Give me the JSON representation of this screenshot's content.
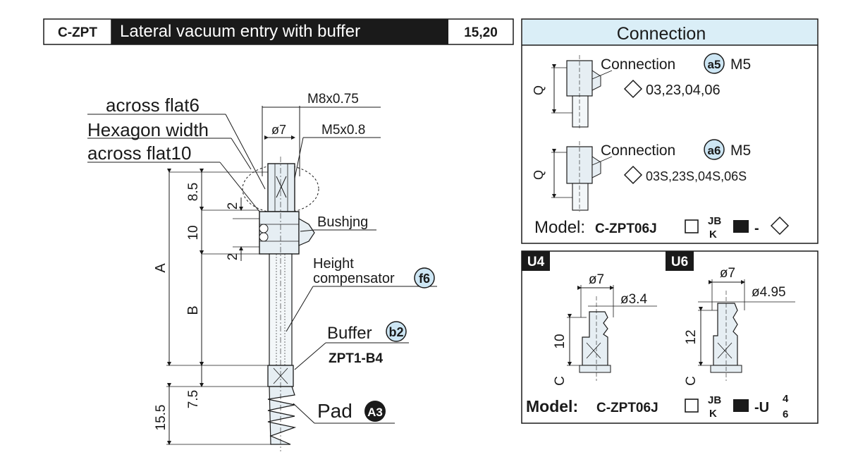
{
  "header": {
    "code": "C-ZPT",
    "title": "Lateral vacuum entry with buffer",
    "sizes": "15,20"
  },
  "main_drawing": {
    "label_across_flat6": "across flat6",
    "label_hexagon_width": "Hexagon width",
    "label_across_flat10": "across flat10",
    "thread_m8": "M8x0.75",
    "dia_7": "ø7",
    "thread_m5": "M5x0.8",
    "bushing": "Bushjng",
    "height_comp_1": "Height",
    "height_comp_2": "compensator",
    "tag_f6": "f6",
    "buffer": "Buffer",
    "tag_b2": "b2",
    "buffer_part": "ZPT1-B4",
    "pad": "Pad",
    "tag_a3": "A3",
    "dim_8_5": "8.5",
    "dim_2a": "2",
    "dim_10": "10",
    "dim_2b": "2",
    "dim_A": "A",
    "dim_B": "B",
    "dim_7_5": "7.5",
    "dim_15_5": "15.5"
  },
  "connection_panel": {
    "title": "Connection",
    "row1": {
      "label": "Connection",
      "tag": "a5",
      "thread": "M5",
      "codes": "03,23,04,06",
      "dim_q": "Q"
    },
    "row2": {
      "label": "Connection",
      "tag": "a6",
      "thread": "M5",
      "codes": "03S,23S,04S,06S",
      "dim_q": "Q"
    },
    "model": {
      "label": "Model:",
      "code": "C-ZPT06J",
      "jb": "JB",
      "k": "K",
      "dash": "-"
    }
  },
  "u_panel": {
    "u4": {
      "tag": "U4",
      "dia_top": "ø7",
      "dia_inner": "ø3.4",
      "height": "10",
      "c": "C"
    },
    "u6": {
      "tag": "U6",
      "dia_top": "ø7",
      "dia_inner": "ø4.95",
      "height": "12",
      "c": "C"
    },
    "model": {
      "label": "Model:",
      "code": "C-ZPT06J",
      "jb": "JB",
      "k": "K",
      "u": "-U",
      "n4": "4",
      "n6": "6"
    }
  },
  "colors": {
    "header_bg": "#1a1a1a",
    "panel_title_bg": "#daeef7",
    "tag_fill": "#cde6f4",
    "part_fill": "#e6eef3",
    "line": "#1a1a1a"
  }
}
